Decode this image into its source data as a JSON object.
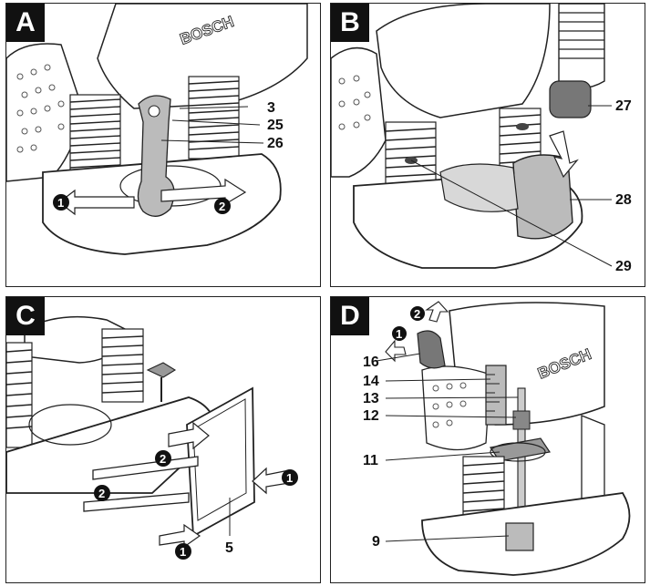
{
  "panels": [
    {
      "id": "A",
      "label": "A",
      "brand": "BOSCH",
      "callouts": [
        "3",
        "25",
        "26"
      ],
      "steps": [
        "1",
        "2"
      ]
    },
    {
      "id": "B",
      "label": "B",
      "callouts": [
        "27",
        "28",
        "29"
      ]
    },
    {
      "id": "C",
      "label": "C",
      "callouts": [
        "5"
      ],
      "steps": [
        "1",
        "2"
      ]
    },
    {
      "id": "D",
      "label": "D",
      "brand": "BOSCH",
      "callouts": [
        "16",
        "14",
        "13",
        "12",
        "11",
        "9"
      ],
      "steps": [
        "1",
        "2"
      ]
    }
  ],
  "icons": {
    "step_marker": "filled-circle-number",
    "arrows": "outline-arrow"
  }
}
